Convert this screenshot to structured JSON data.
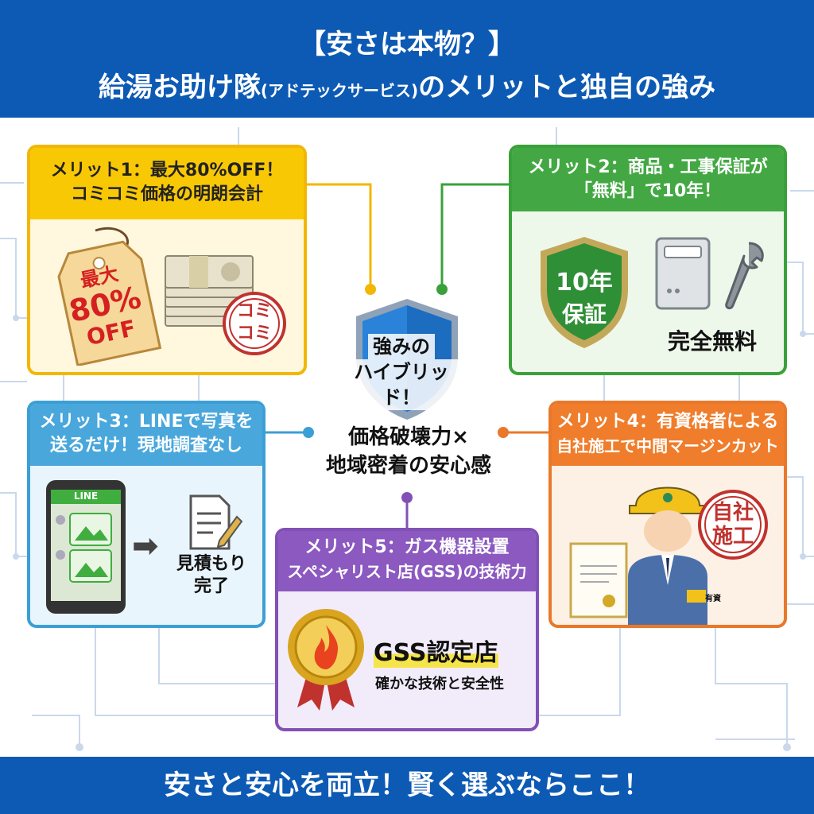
{
  "header": {
    "line1": "【安さは本物？】",
    "line2_main": "給湯お助け隊",
    "line2_paren": "(アドテックサービス)",
    "line2_rest": "のメリットと独自の強み"
  },
  "center": {
    "shield_line1": "強みの",
    "shield_line2": "ハイブリッド！",
    "text_line1": "価格破壊力×",
    "text_line2": "地域密着の安心感"
  },
  "merit1": {
    "title_line1": "メリット1：最大80%OFF！",
    "title_line2": "コミコミ価格の明朗会計",
    "tag_line1": "最大",
    "tag_line2": "80%",
    "tag_line3": "OFF",
    "stamp_line1": "コミ",
    "stamp_line2": "コミ"
  },
  "merit2": {
    "title_line1": "メリット2：商品・工事保証が",
    "title_line2": "「無料」で10年！",
    "shield_line1": "10年",
    "shield_line2": "保証",
    "caption": "完全無料"
  },
  "merit3": {
    "title_line1": "メリット3：LINEで写真を",
    "title_line2": "送るだけ！現地調査なし",
    "phone_app": "LINE",
    "caption_line1": "見積もり",
    "caption_line2": "完了"
  },
  "merit4": {
    "title_line1": "メリット4：有資格者による",
    "title_line2": "自社施工で中間マージンカット",
    "stamp_line1": "自社",
    "stamp_line2": "施工",
    "badge": "有資"
  },
  "merit5": {
    "title_line1": "メリット5：ガス機器設置",
    "title_line2": "スペシャリスト店(GSS)の技術力",
    "badge_title": "GSS認定店",
    "badge_sub": "確かな技術と安全性"
  },
  "footer": {
    "text": "安さと安心を両立！賢く選ぶならここ！"
  },
  "colors": {
    "header_bg": "#0d5ab4",
    "merit1": "#f9c805",
    "merit2": "#43a843",
    "merit3": "#49a7dc",
    "merit4": "#ef7d2b",
    "merit5": "#8b59c0"
  }
}
